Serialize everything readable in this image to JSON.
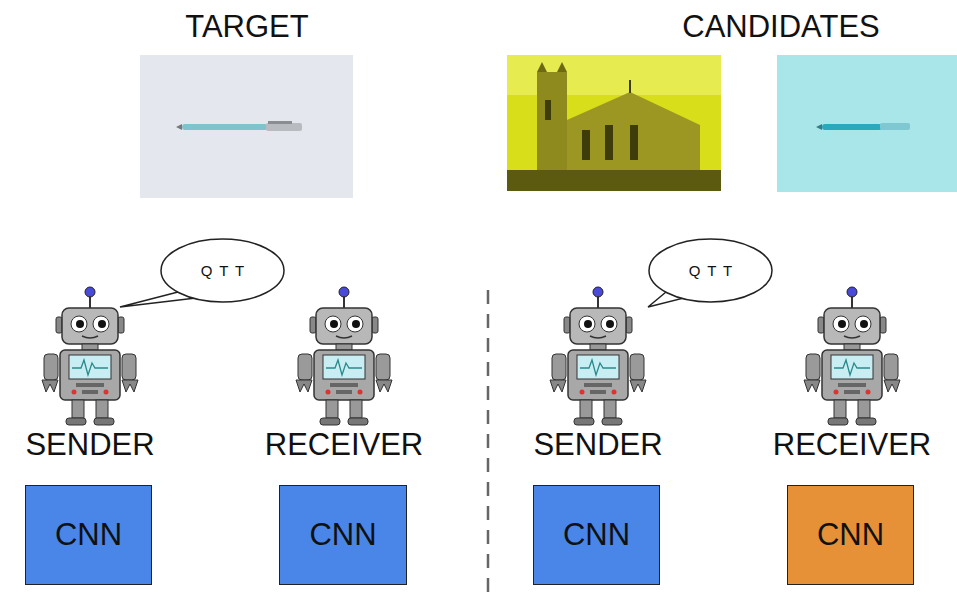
{
  "diagram": {
    "nodes": [
      {
        "text": [
          "QTT"
        ]
      },
      {
        "text": [
          "QTT"
        ]
      },
      {
        "text": [
          "CNN"
        ]
      },
      {
        "text": [
          "CNN"
        ]
      },
      {
        "text": [
          "CNN"
        ]
      },
      {
        "text": [
          "CNN"
        ]
      }
    ],
    "labels": [
      "TARGET",
      "CANDIDATES",
      "SENDER",
      "RECEIVER",
      "SENDER",
      "RECEIVER"
    ]
  }
}
